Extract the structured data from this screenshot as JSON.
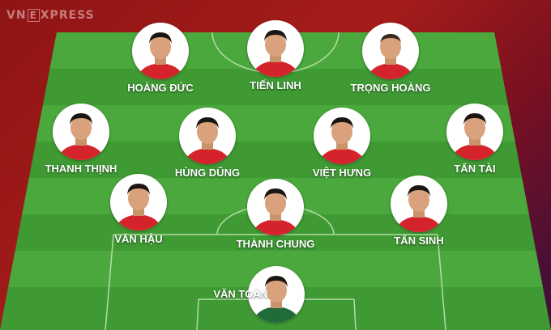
{
  "brand": {
    "text_a": "VN",
    "text_b": "E",
    "text_c": "XPRESS"
  },
  "colors": {
    "pitch_dark": "#3f9a33",
    "pitch_light": "#4aa83c",
    "line": "#c8e6b8",
    "shirt": "#d4232a",
    "gk_shirt": "#1f6b3a"
  },
  "players": [
    {
      "name": "HOÀNG ĐỨC"
    },
    {
      "name": "TIẾN LINH"
    },
    {
      "name": "TRỌNG HOÀNG"
    },
    {
      "name": "THANH THỊNH"
    },
    {
      "name": "HÙNG DŨNG"
    },
    {
      "name": "VIỆT HƯNG"
    },
    {
      "name": "TẤN TÀI"
    },
    {
      "name": "VĂN HẬU"
    },
    {
      "name": "THÀNH CHUNG"
    },
    {
      "name": "TẤN SINH"
    },
    {
      "name": "VĂN TOẢN"
    }
  ]
}
